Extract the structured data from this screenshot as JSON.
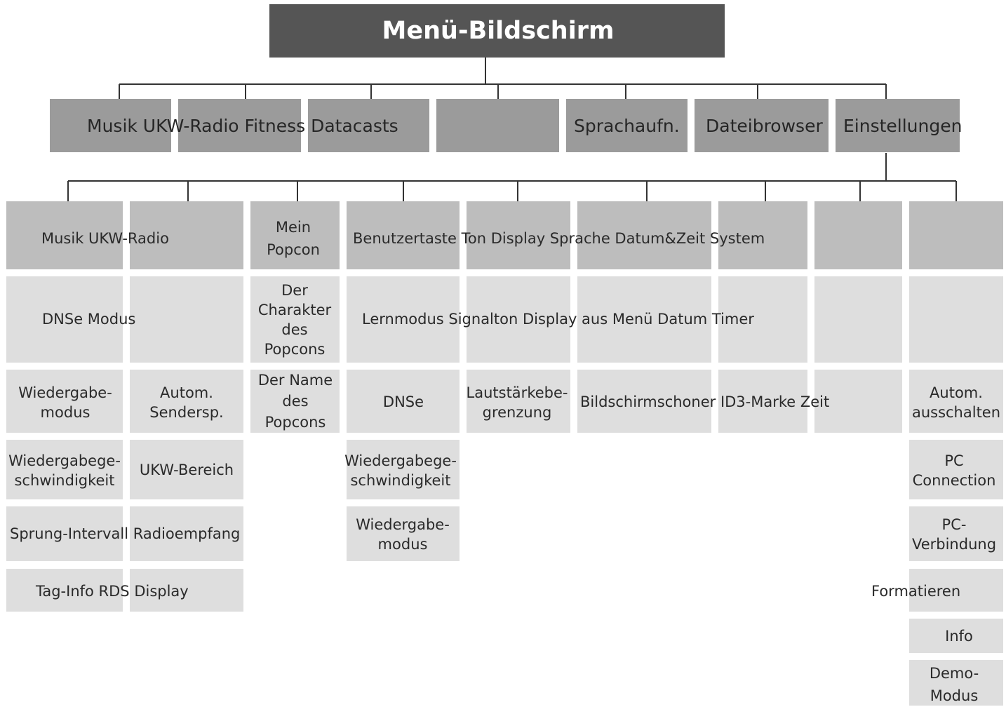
{
  "title": "Menü-Bildschirm",
  "level1": {
    "musik_group": "Musik UKW-Radio Fitness Datacasts",
    "sprachaufn": "Sprachaufn.",
    "dateibrowser": "Dateibrowser",
    "einstellungen": "Einstellungen"
  },
  "settings_header": {
    "musik_radio": "Musik UKW-Radio",
    "mein_popcon": "Mein\nPopcon",
    "system_group": "Benutzertaste Ton Display Sprache Datum&Zeit System"
  },
  "row2": {
    "dnse_modus": "DNSe Modus",
    "der_charakter": "Der\nCharakter\ndes\nPopcons",
    "system_row": "Lernmodus Signalton Display aus Menü Datum Timer"
  },
  "row3": {
    "wiedergabemodus": "Wiedergabe-\nmodus",
    "autom_sendersp": "Autom.\nSendersp.",
    "der_name": "Der Name\ndes\nPopcons",
    "dnse": "DNSe",
    "lautstaerke": "Lautstärkebe-\ngrenzung",
    "bildschirm_row": "Bildschirmschoner ID3-Marke Zeit",
    "autom_ausschalten": "Autom.\nausschalten"
  },
  "row4": {
    "wiedergabegeschw": "Wiedergabege-\nschwindigkeit",
    "ukw_bereich": "UKW-Bereich",
    "wiedergabegeschw2": "Wiedergabege-\nschwindigkeit",
    "pc_connection": "PC\nConnection"
  },
  "row5": {
    "sprung_row": "Sprung-Intervall Radioempfang",
    "wiedergabemodus2": "Wiedergabe-\nmodus",
    "pc_verbindung": "PC-\nVerbindung"
  },
  "row6": {
    "taginfo_row": "Tag-Info RDS Display",
    "formatieren": "Formatieren"
  },
  "row7": {
    "info": "Info"
  },
  "row8": {
    "demo_modus": "Demo-\nModus"
  },
  "colors": {
    "title_box": "#555555",
    "level_box": "#9b9b9b",
    "header_box": "#bdbdbd",
    "item_box": "#dedede",
    "connector": "#333333"
  }
}
